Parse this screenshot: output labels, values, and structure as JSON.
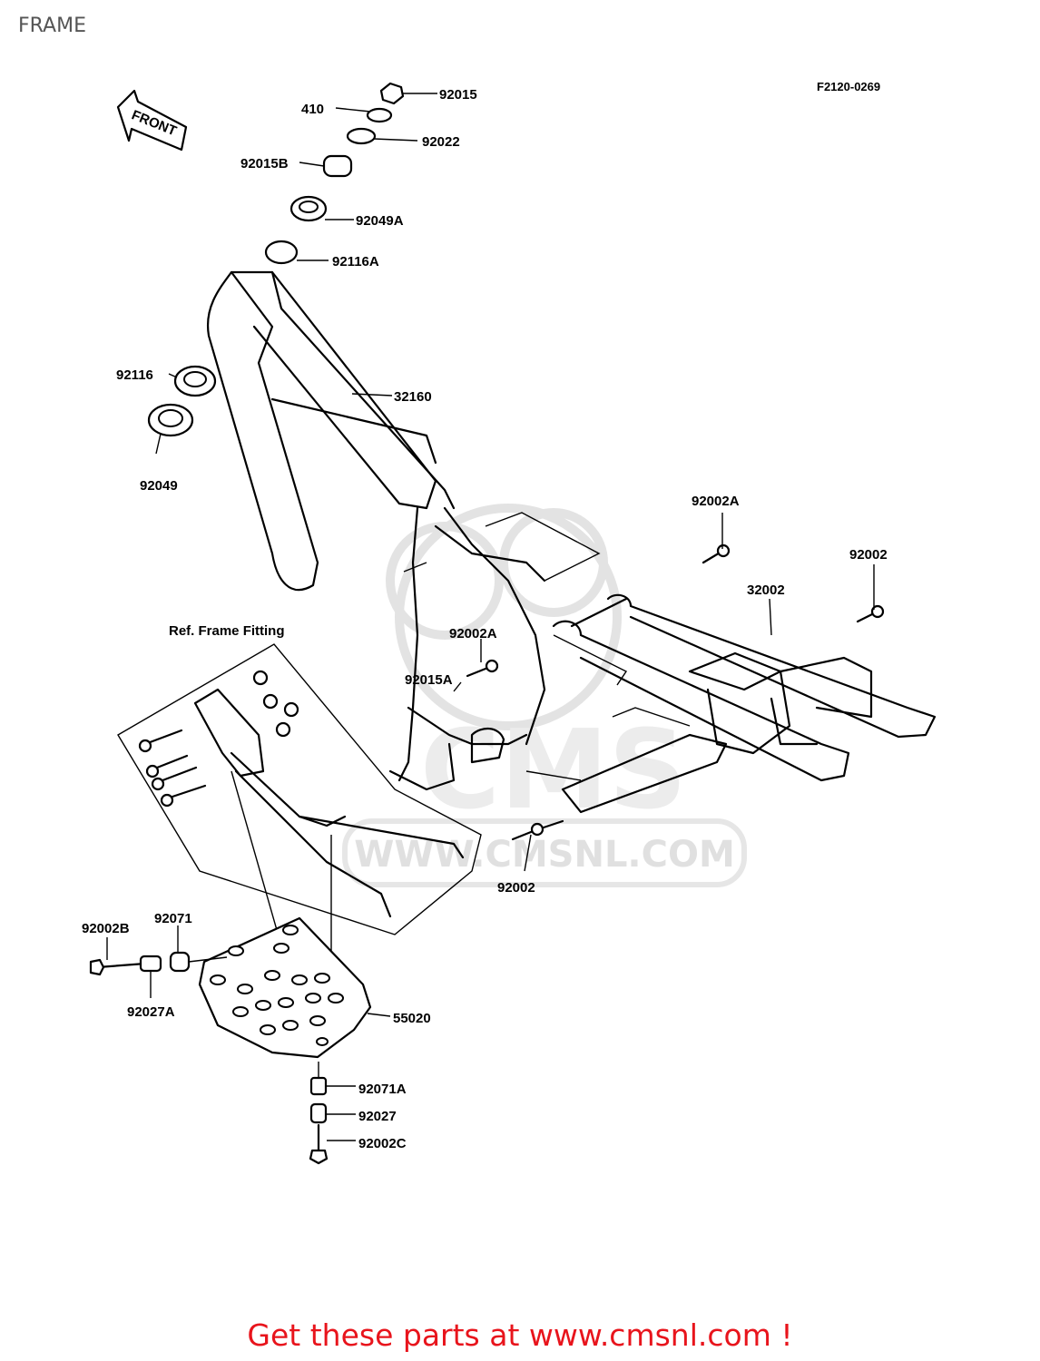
{
  "page": {
    "title": "FRAME"
  },
  "diagram": {
    "figure_code": "F2120-0269",
    "direction_arrow": "FRONT",
    "ref_label": "Ref. Frame Fitting",
    "watermark": "WWW.CMSNL.COM",
    "watermark_logo": "CMS",
    "parts": [
      "92015",
      "410",
      "92022",
      "92015B",
      "92049A",
      "92116A",
      "92116",
      "32160",
      "92049",
      "92002A",
      "92002",
      "32002",
      "92002A",
      "92015A",
      "92002",
      "92002B",
      "92071",
      "92027A",
      "55020",
      "92071A",
      "92027",
      "92002C"
    ]
  },
  "footer": {
    "text": "Get these parts at www.cmsnl.com !"
  }
}
